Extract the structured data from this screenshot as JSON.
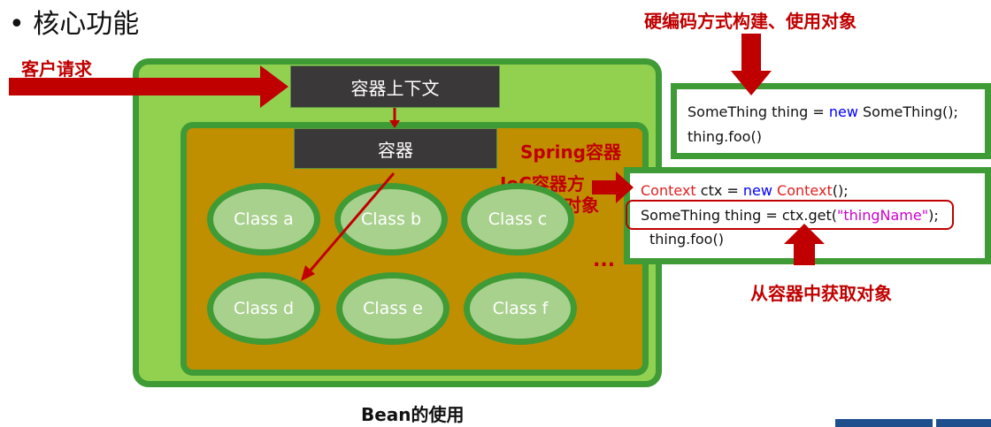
{
  "title": "• 核心功能",
  "client_request_label": "客户请求",
  "context_label": "容器上下文",
  "container_label": "容器",
  "spring_label": "Spring容器",
  "ioc_label_line1": "IoC容器方",
  "ioc_label_line2": "式使用对象",
  "hardcode_label": "硬编码方式构建、使用对象",
  "get_from_container_label": "从容器中获取对象",
  "classes": [
    "Class a",
    "Class b",
    "Class c",
    "Class d",
    "Class e",
    "Class f"
  ],
  "ellipsis": "...",
  "code1": {
    "line1_a": "SomeThing thing = ",
    "line1_kw": "new",
    "line1_b": " SomeThing();",
    "line2": "thing.foo()"
  },
  "code2": {
    "line1_red": "Context",
    "line1_a": " ctx = ",
    "line1_kw": "new",
    "line1_red2": " Context",
    "line1_b": "();",
    "line2_a": "SomeThing thing = ctx.get(",
    "line2_str": "\"thingName\"",
    "line2_b": ");",
    "line3": "thing.foo()"
  },
  "caption": "Bean的使用",
  "colors": {
    "outer_green": "#92d050",
    "border_green": "#3f9b35",
    "inner_gold": "#bf8f00",
    "dark_box": "#3a3838",
    "ellipse_fill": "#a9d18e",
    "red_accent": "#c00000",
    "keyword_blue": "#0000ff"
  }
}
